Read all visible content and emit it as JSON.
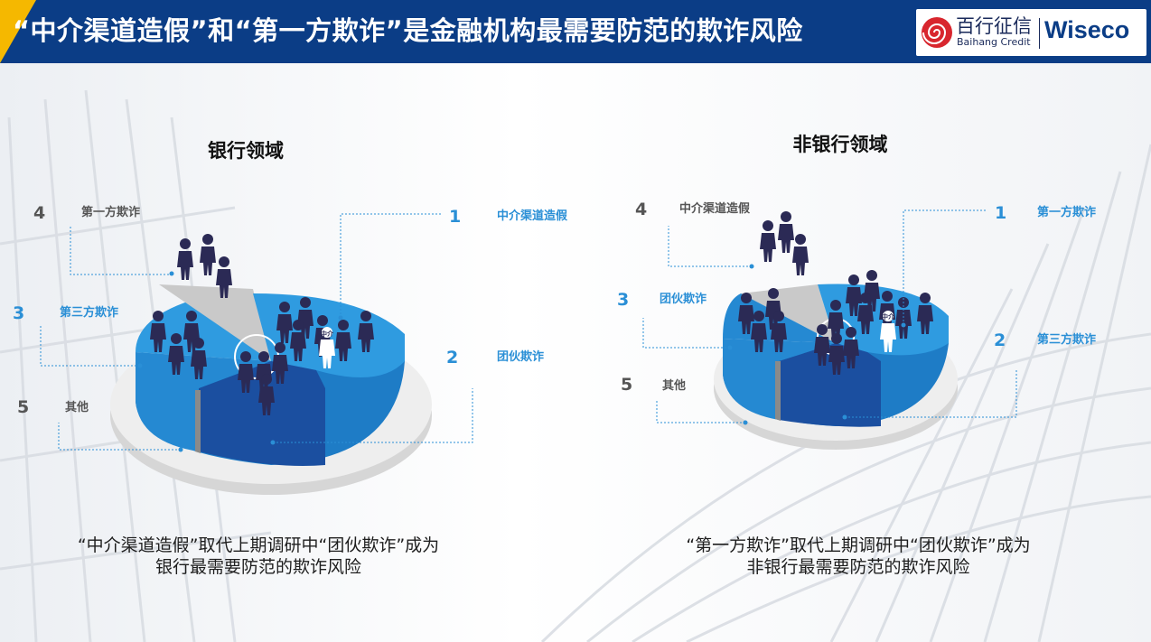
{
  "header": {
    "title": "“中介渠道造假”和“第一方欺诈”是金融机构最需要防范的欺诈风险",
    "brand_cn": "百行征信",
    "brand_en": "Baihang Credit",
    "brand_en2": "Wiseco"
  },
  "bank": {
    "title": "银行领域",
    "items": [
      {
        "num": "1",
        "label": "中介渠道造假"
      },
      {
        "num": "2",
        "label": "团伙欺诈"
      },
      {
        "num": "3",
        "label": "第三方欺诈"
      },
      {
        "num": "4",
        "label": "第一方欺诈"
      },
      {
        "num": "5",
        "label": "其他"
      }
    ],
    "agent_badge": "中介",
    "caption_line1": "“中介渠道造假”取代上期调研中“团伙欺诈”成为",
    "caption_line2": "银行最需要防范的欺诈风险"
  },
  "nonbank": {
    "title": "非银行领域",
    "items": [
      {
        "num": "1",
        "label": "第一方欺诈"
      },
      {
        "num": "2",
        "label": "第三方欺诈"
      },
      {
        "num": "3",
        "label": "团伙欺诈"
      },
      {
        "num": "4",
        "label": "中介渠道造假"
      },
      {
        "num": "5",
        "label": "其他"
      }
    ],
    "agent_badge": "中介",
    "caption_line1": "“第一方欺诈”取代上期调研中“团伙欺诈”成为",
    "caption_line2": "非银行最需要防范的欺诈风险"
  },
  "colors": {
    "header": "#0b3d86",
    "accent": "#f5b800",
    "label_blue": "#2a8fd6",
    "label_gray": "#555555",
    "pie_light": "#2f9be0",
    "pie_mid": "#1f7cc8",
    "pie_dark": "#1b4fa0",
    "pie_gray": "#c9c9c9",
    "people": "#2b2a55"
  }
}
